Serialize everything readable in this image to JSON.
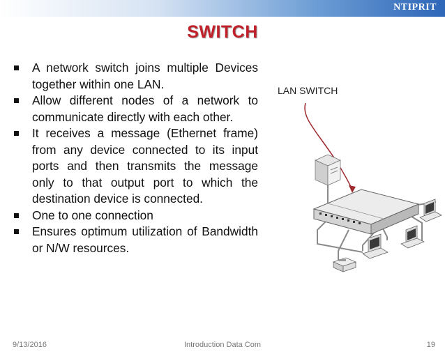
{
  "header": {
    "brand": "NTIPRIT"
  },
  "slide": {
    "title": "SWITCH",
    "bullets": [
      "A network switch joins multiple Devices together within one LAN.",
      "Allow different nodes of a network to communicate directly with each other.",
      "It receives a message (Ethernet frame) from any device connected to its input ports and then transmits the message only to that output port to which the destination device is connected.",
      "One to one connection",
      "Ensures optimum utilization of Bandwidth or N/W resources."
    ],
    "diagram_label": "LAN SWITCH"
  },
  "footer": {
    "date": "9/13/2016",
    "course": "Introduction Data Com",
    "page": "19"
  },
  "colors": {
    "title": "#c0212a",
    "arrow": "#9e2a2f",
    "accent_bar": "#2e66b8"
  },
  "icons": [
    "server-tower-icon",
    "network-switch-icon",
    "desktop-computer-icon",
    "printer-icon"
  ]
}
